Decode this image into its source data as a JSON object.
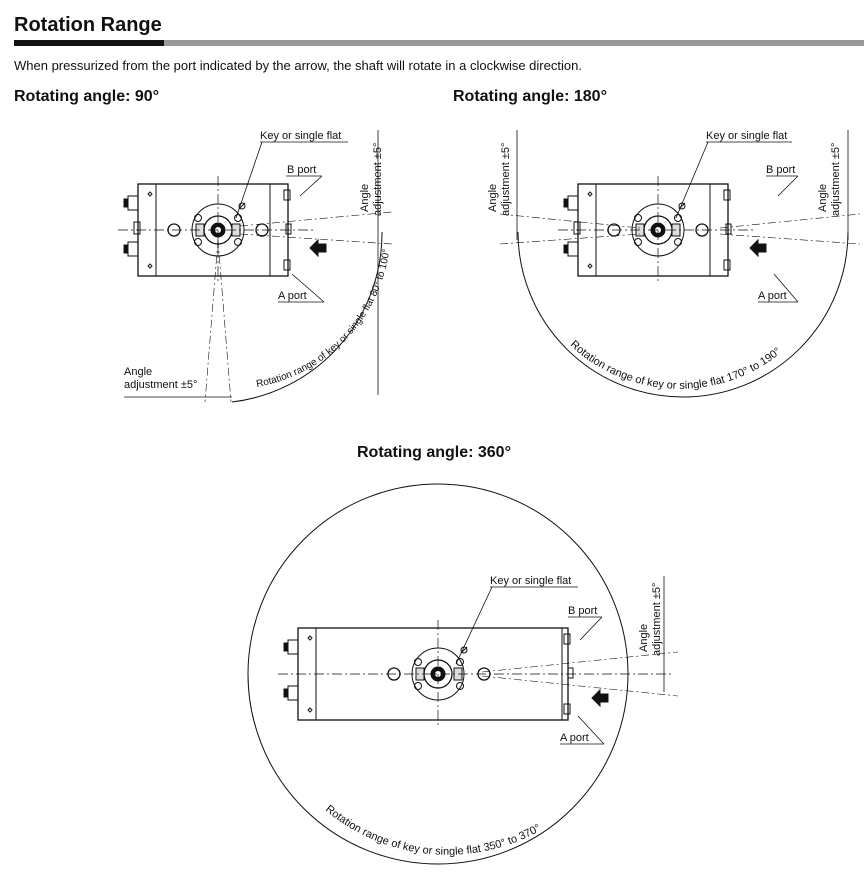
{
  "title": "Rotation Range",
  "intro": "When pressurized from the port indicated by the arrow, the shaft will rotate in a clockwise direction.",
  "diagrams": [
    {
      "heading": "Rotating angle: 90°",
      "key_label": "Key or single flat",
      "b_port": "B port",
      "a_port": "A port",
      "angle_adj_line1": "Angle",
      "angle_adj_line2": "adjustment ±5°",
      "range_label": "Rotation range of key or single flat 80° to 100°"
    },
    {
      "heading": "Rotating angle: 180°",
      "key_label": "Key or single flat",
      "b_port": "B port",
      "a_port": "A port",
      "angle_adj_line1": "Angle",
      "angle_adj_line2": "adjustment ±5°",
      "range_label": "Rotation range of key or single flat 170° to 190°"
    },
    {
      "heading": "Rotating angle: 360°",
      "key_label": "Key or single flat",
      "b_port": "B port",
      "a_port": "A port",
      "angle_adj_line1": "Angle",
      "angle_adj_line2": "adjustment ±5°",
      "range_label": "Rotation range of key or single flat 350° to 370°"
    }
  ]
}
